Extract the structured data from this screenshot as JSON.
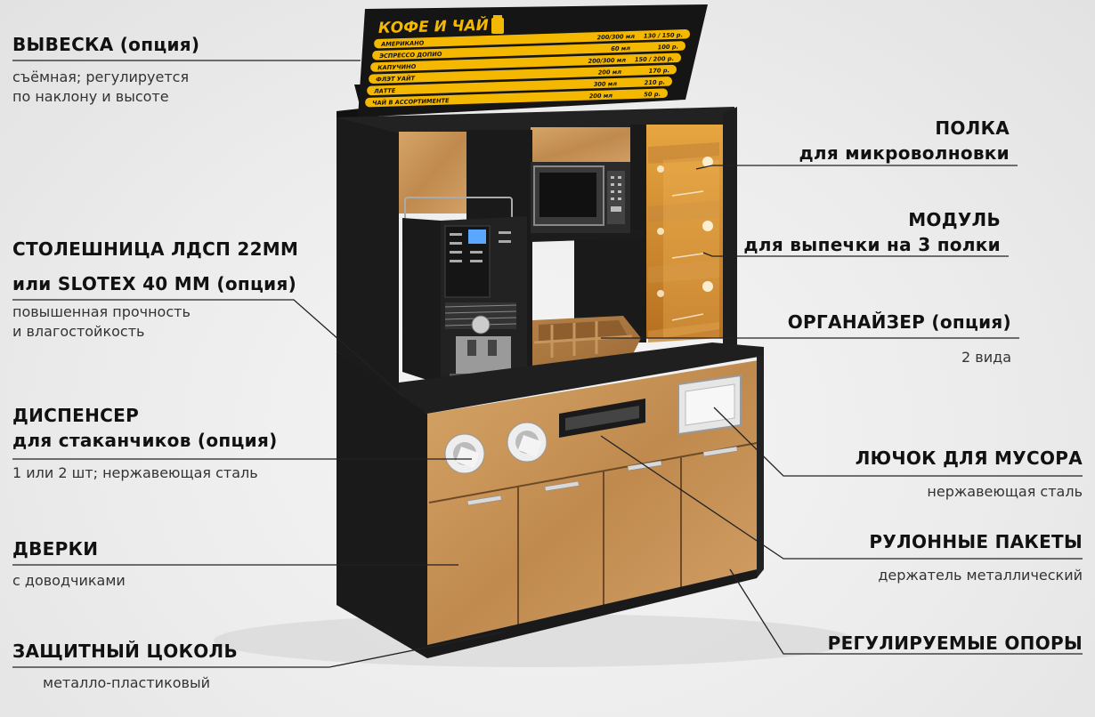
{
  "sign": {
    "title": "КОФЕ И ЧАЙ",
    "items": [
      {
        "name": "АМЕРИКАНО",
        "size": "200/300 мл",
        "price": "130 / 150 р."
      },
      {
        "name": "ЭСПРЕССО ДОПИО",
        "size": "60 мл",
        "price": "100 р."
      },
      {
        "name": "КАПУЧИНО",
        "size": "200/300 мл",
        "price": "150 / 200 р."
      },
      {
        "name": "ФЛЭТ УАЙТ",
        "size": "200 мл",
        "price": "170 р."
      },
      {
        "name": "ЛАТТЕ",
        "size": "300 мл",
        "price": "210 р."
      },
      {
        "name": "ЧАЙ В АССОРТИМЕНТЕ",
        "size": "200 мл",
        "price": "50 р."
      }
    ]
  },
  "labels": {
    "vyveska": {
      "title": "ВЫВЕСКА (опция)",
      "sub1": "съёмная; регулируется",
      "sub2": "по наклону и высоте"
    },
    "stoleshnica": {
      "title1": "СТОЛЕШНИЦА ЛДСП 22ММ",
      "title2": "или SLOTEX 40 ММ (опция)",
      "sub1": "повышенная прочность",
      "sub2": "и влагостойкость"
    },
    "dispenser": {
      "title1": "ДИСПЕНСЕР",
      "title2": "для стаканчиков (опция)",
      "sub": "1 или 2 шт; нержавеющая сталь"
    },
    "dverki": {
      "title": "ДВЕРКИ",
      "sub": "с доводчиками"
    },
    "cokol": {
      "title": "ЗАЩИТНЫЙ ЦОКОЛЬ",
      "sub": "металло-пластиковый"
    },
    "polka": {
      "title1": "ПОЛКА",
      "title2": "для микроволновки"
    },
    "modul": {
      "title1": "МОДУЛЬ",
      "title2": "для выпечки на 3 полки"
    },
    "organizer": {
      "title": "ОРГАНАЙЗЕР (опция)",
      "sub": "2 вида"
    },
    "luchok": {
      "title": "ЛЮЧОК ДЛЯ МУСОРА",
      "sub": "нержавеющая сталь"
    },
    "pakety": {
      "title": "РУЛОННЫЕ ПАКЕТЫ",
      "sub": "держатель металлический"
    },
    "opory": {
      "title": "РЕГУЛИРУЕМЫЕ ОПОРЫ"
    }
  },
  "colors": {
    "sign_yellow": "#f5b800",
    "cabinet_black": "#1c1c1c",
    "wood": "#c9975a",
    "lines": "#222222"
  }
}
